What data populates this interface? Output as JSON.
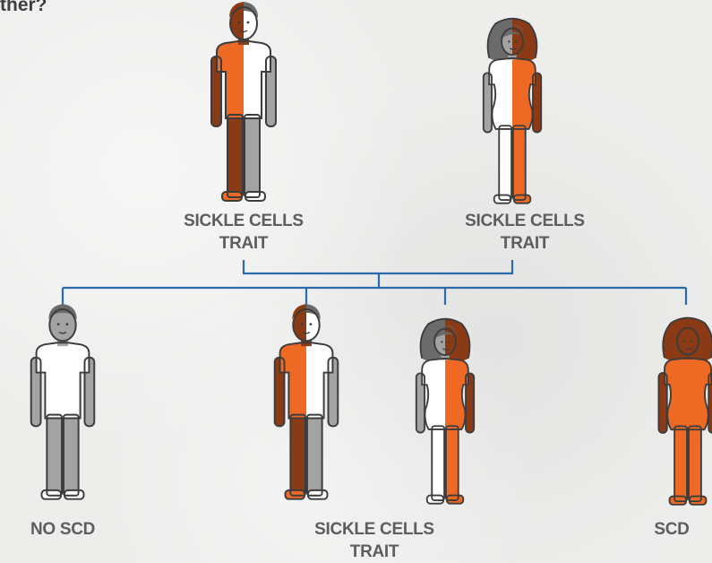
{
  "heading": "ther?",
  "colors": {
    "orange": "#ee6a24",
    "dark_brown": "#8a3a14",
    "gray": "#a3a3a3",
    "white": "#ffffff",
    "outline": "#3c3c3c",
    "connector": "#2a6aad",
    "label": "#5d5d5d"
  },
  "parents": [
    {
      "label_line1": "SICKLE CELLS",
      "label_line2": "TRAIT",
      "figure": "male",
      "status": "trait"
    },
    {
      "label_line1": "SICKLE CELLS",
      "label_line2": "TRAIT",
      "figure": "female",
      "status": "trait"
    }
  ],
  "children": [
    {
      "label_line1": "NO SCD",
      "label_line2": "",
      "figure": "male",
      "status": "no-scd"
    },
    {
      "label_line1": "SICKLE CELLS",
      "label_line2": "TRAIT",
      "figure": "male",
      "status": "trait"
    },
    {
      "label_line1": "",
      "label_line2": "",
      "figure": "female",
      "status": "trait"
    },
    {
      "label_line1": "SCD",
      "label_line2": "",
      "figure": "female",
      "status": "scd"
    }
  ]
}
